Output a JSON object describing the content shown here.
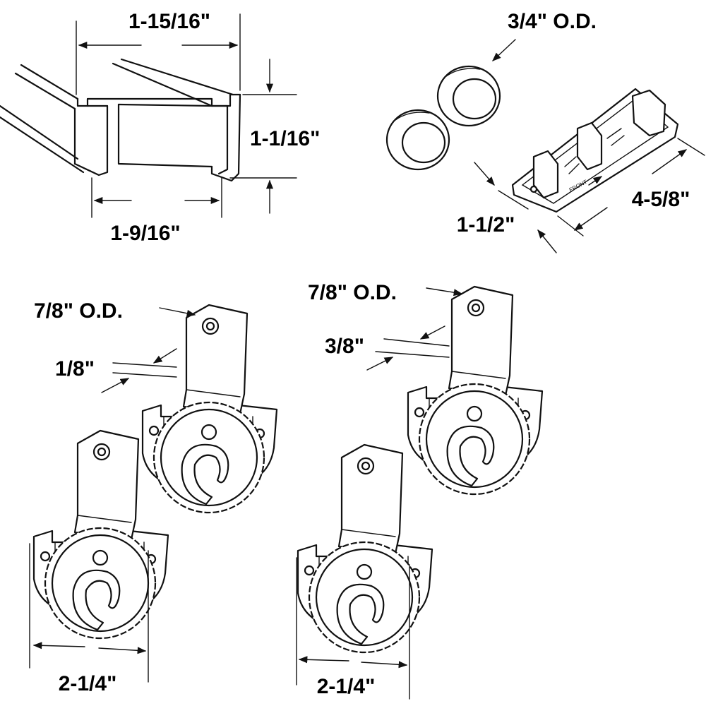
{
  "track": {
    "width_label": "1-15/16\"",
    "height_label": "1-1/16\"",
    "inner_width_label": "1-9/16\""
  },
  "grommets": {
    "od_label": "3/4\" O.D."
  },
  "floor_guide": {
    "width_label": "1-1/2\"",
    "length_label": "4-5/8\"",
    "stamp_text": "FRONT"
  },
  "roller_set_left": {
    "wheel_od_label": "7/8\" O.D.",
    "offset_label": "1/8\"",
    "width_label": "2-1/4\""
  },
  "roller_set_right": {
    "wheel_od_label": "7/8\" O.D.",
    "offset_label": "3/8\"",
    "width_label": "2-1/4\""
  }
}
